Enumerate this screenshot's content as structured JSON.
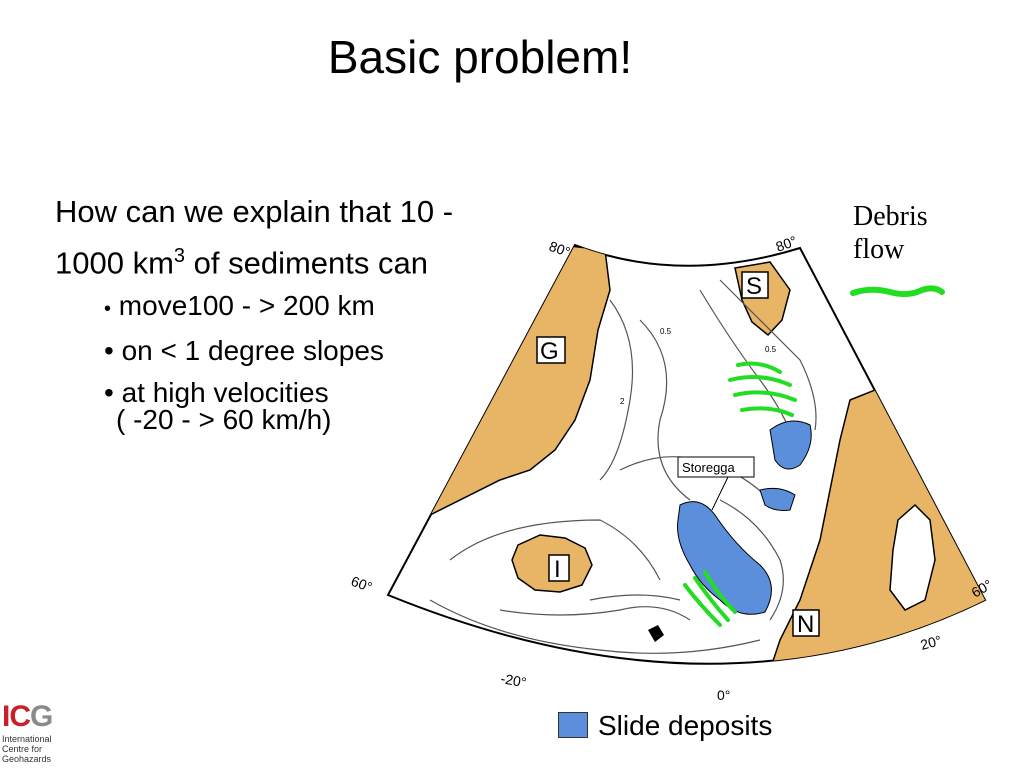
{
  "slide": {
    "title": "Basic problem!",
    "intro_line1": "How can we explain that 10 -",
    "intro_line2_a": "1000 km",
    "intro_line2_sup": "3",
    "intro_line2_b": " of sediments can",
    "bullets": [
      "move100 - > 200 km",
      "on < 1 degree slopes",
      "at high velocities"
    ],
    "bullet_glyph": "•",
    "velocity_range": "( -20 - > 60 km/h)"
  },
  "map": {
    "region_labels": {
      "svalbard": "S",
      "greenland": "G",
      "iceland": "I",
      "norway": "N"
    },
    "storegga_label": "Storegga",
    "lat_labels": {
      "left_top": "80°",
      "right_top": "80°",
      "left_bottom": "60°",
      "right_bottom": "60°"
    },
    "lon_labels": {
      "minus20": "-20°",
      "zero": "0°",
      "twenty": "20°"
    },
    "contour_labels": {
      "c1": "0.5",
      "c2": "0.5",
      "c3": "2"
    },
    "colors": {
      "land": "#e8b567",
      "slide": "#5b8fdc",
      "debris": "#22dd22",
      "lines": "#555555"
    }
  },
  "debris_legend": {
    "line1": "Debris",
    "line2": "flow"
  },
  "legend": {
    "slide_deposits": "Slide deposits"
  },
  "logo": {
    "mark_red": "IC",
    "mark_grey": "G",
    "line1": "International",
    "line2": "Centre for",
    "line3": "Geohazards"
  }
}
